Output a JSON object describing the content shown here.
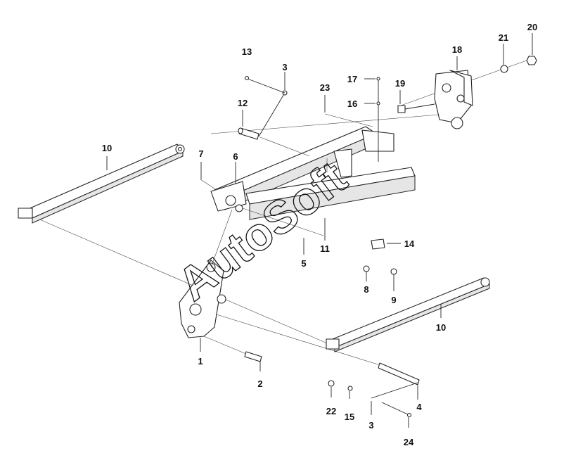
{
  "watermark": "AutoSoft",
  "callouts": [
    {
      "id": "c1",
      "text": "1"
    },
    {
      "id": "c2",
      "text": "2"
    },
    {
      "id": "c3a",
      "text": "3"
    },
    {
      "id": "c3b",
      "text": "3"
    },
    {
      "id": "c4",
      "text": "4"
    },
    {
      "id": "c5",
      "text": "5"
    },
    {
      "id": "c6",
      "text": "6"
    },
    {
      "id": "c7",
      "text": "7"
    },
    {
      "id": "c8",
      "text": "8"
    },
    {
      "id": "c9",
      "text": "9"
    },
    {
      "id": "c10a",
      "text": "10"
    },
    {
      "id": "c10b",
      "text": "10"
    },
    {
      "id": "c11",
      "text": "11"
    },
    {
      "id": "c12",
      "text": "12"
    },
    {
      "id": "c13",
      "text": "13"
    },
    {
      "id": "c14",
      "text": "14"
    },
    {
      "id": "c15",
      "text": "15"
    },
    {
      "id": "c16",
      "text": "16"
    },
    {
      "id": "c17",
      "text": "17"
    },
    {
      "id": "c18",
      "text": "18"
    },
    {
      "id": "c19",
      "text": "19"
    },
    {
      "id": "c20",
      "text": "20"
    },
    {
      "id": "c21",
      "text": "21"
    },
    {
      "id": "c22",
      "text": "22"
    },
    {
      "id": "c23",
      "text": "23"
    },
    {
      "id": "c24",
      "text": "24"
    }
  ]
}
